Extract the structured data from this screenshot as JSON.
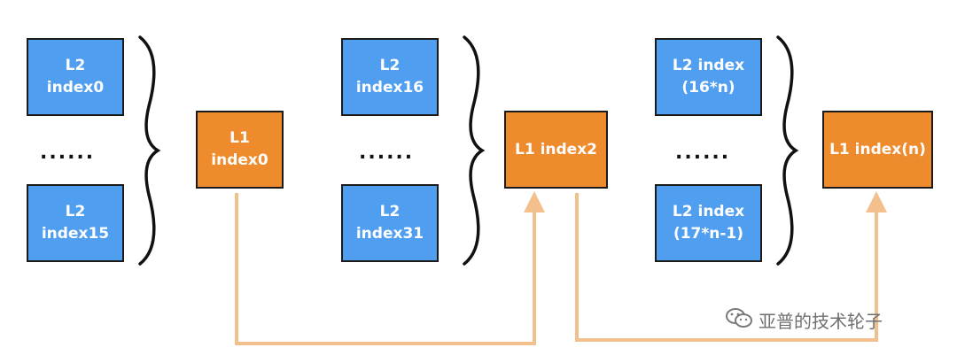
{
  "colors": {
    "l2_fill": "#4f9ef0",
    "l1_fill": "#ee8b2c",
    "arrow": "#f3c08d",
    "border": "#1a1a1a"
  },
  "groups": [
    {
      "l2_top": [
        "L2",
        "index0"
      ],
      "ellipsis": "......",
      "l2_bottom": [
        "L2",
        "index15"
      ],
      "l1": [
        "L1",
        "index0"
      ]
    },
    {
      "l2_top": [
        "L2",
        "index16"
      ],
      "ellipsis": "......",
      "l2_bottom": [
        "L2",
        "index31"
      ],
      "l1": [
        "L1 index2"
      ]
    },
    {
      "l2_top": [
        "L2 index",
        "(16*n)"
      ],
      "ellipsis": "......",
      "l2_bottom": [
        "L2 index",
        "(17*n-1)"
      ],
      "l1": [
        "L1 index(n)"
      ]
    }
  ],
  "watermark": {
    "icon": "wechat-icon",
    "text": "亚普的技术轮子"
  }
}
